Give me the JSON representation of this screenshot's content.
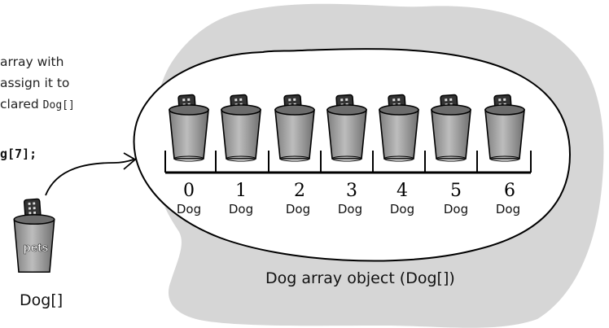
{
  "explanation": {
    "line1": "array with",
    "line2": "assign it to",
    "line3_prefix": "clared ",
    "line3_code": "Dog[]"
  },
  "code": "g[7];",
  "array": {
    "indices": [
      "0",
      "1",
      "2",
      "3",
      "4",
      "5",
      "6"
    ],
    "element_type": "Dog",
    "caption": "Dog array object (Dog[])"
  },
  "reference": {
    "cup_label": "pets",
    "type_label": "Dog[]"
  },
  "colors": {
    "blob": "#d6d6d6",
    "cup": "#9a9a9a",
    "outline": "#000000"
  }
}
